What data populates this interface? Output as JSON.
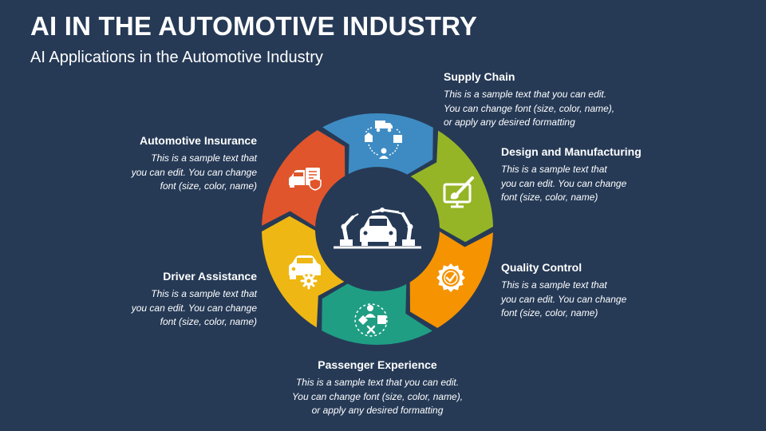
{
  "title": "AI IN THE AUTOMOTIVE INDUSTRY",
  "subtitle": "AI Applications in the Automotive Industry",
  "segments": [
    {
      "label": "Supply Chain",
      "text": "This is a sample text that you can edit.\nYou can change font (size, color, name),\nor apply any desired formatting",
      "color": "#3e8bc3",
      "icon": "supply-chain-icon"
    },
    {
      "label": "Design and Manufacturing",
      "text": "This is a sample text that\nyou can edit. You can change\nfont (size, color, name)",
      "color": "#95b526",
      "icon": "design-brush-monitor-icon"
    },
    {
      "label": "Quality Control",
      "text": "This is a sample text that\nyou can edit. You can change\nfont (size, color, name)",
      "color": "#f59300",
      "icon": "quality-badge-icon"
    },
    {
      "label": "Passenger Experience",
      "text": "This is a sample text that you can edit.\nYou can change font (size, color, name),\nor apply any desired formatting",
      "color": "#1f9e84",
      "icon": "passenger-network-icon"
    },
    {
      "label": "Driver Assistance",
      "text": "This is a sample text that\nyou can edit. You can change\nfont (size, color, name)",
      "color": "#eeb713",
      "icon": "car-gear-icon"
    },
    {
      "label": "Automotive Insurance",
      "text": "This is a sample text that\nyou can edit. You can change\nfont (size, color, name)",
      "color": "#e0552b",
      "icon": "car-insurance-icon"
    }
  ],
  "center_icon": "robotic-car-assembly-icon"
}
